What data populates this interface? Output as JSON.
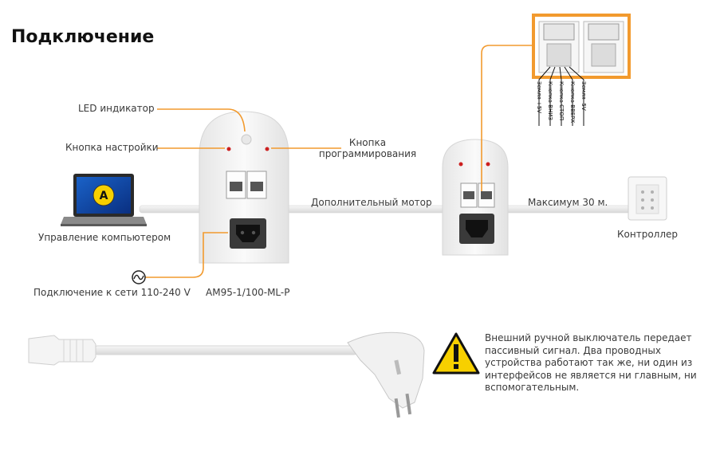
{
  "title": "Подключение",
  "labels": {
    "led": "LED индикатор",
    "setup_button": "Кнопка настройки",
    "prog_button": "Кнопка программирования",
    "extra_motor": "Дополнительный мотор",
    "max_distance": "Максимум 30 м.",
    "computer": "Управление компьютером",
    "controller": "Контроллер",
    "power": "Подключение к сети 110-240 V",
    "model": "AM95-1/100-ML-P"
  },
  "laptop_badge": "A",
  "wire_labels": [
    "Земля +5V",
    "Кнопка ВНИЗ",
    "Кнопка СТОП",
    "Кнопка ВВЕРХ",
    "Земля -5V"
  ],
  "note": "Внешний ручной выключатель передает пассивный сигнал. Два проводных устройства работают так же, ни один из интерфейсов не является ни главным, ни вспомогательным.",
  "colors": {
    "accent": "#f29a2e",
    "warning": "#f7d000",
    "device": "#f2f2f2"
  }
}
